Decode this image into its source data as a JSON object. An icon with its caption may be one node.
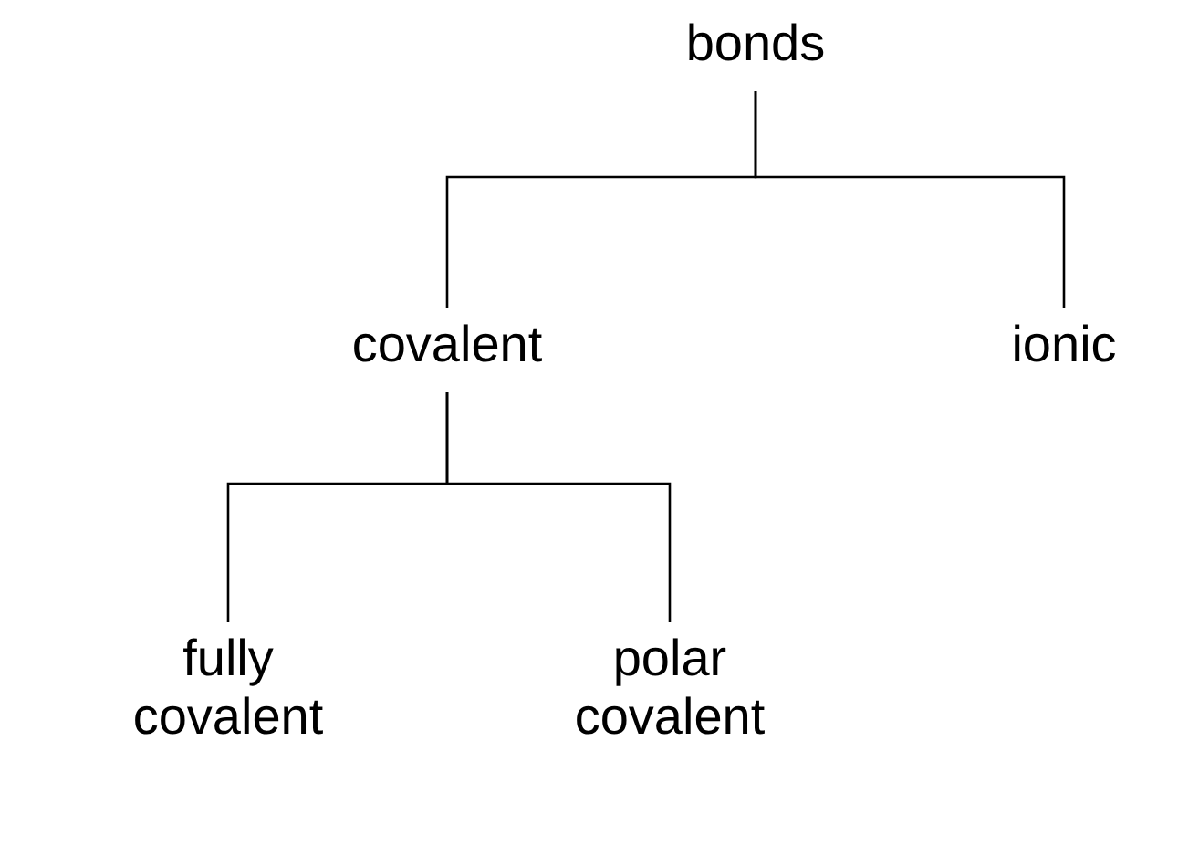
{
  "diagram": {
    "nodes": [
      {
        "text": [
          "bonds"
        ]
      },
      {
        "text": [
          "covalent"
        ]
      },
      {
        "text": [
          "ionic"
        ]
      },
      {
        "text": [
          "fully covalent"
        ]
      },
      {
        "text": [
          "polar covalent"
        ]
      }
    ],
    "edges": [
      {
        "from": 0,
        "to": 1,
        "arrow": "none"
      },
      {
        "from": 0,
        "to": 2,
        "arrow": "none"
      },
      {
        "from": 1,
        "to": 3,
        "arrow": "none"
      },
      {
        "from": 1,
        "to": 4,
        "arrow": "none"
      }
    ]
  }
}
